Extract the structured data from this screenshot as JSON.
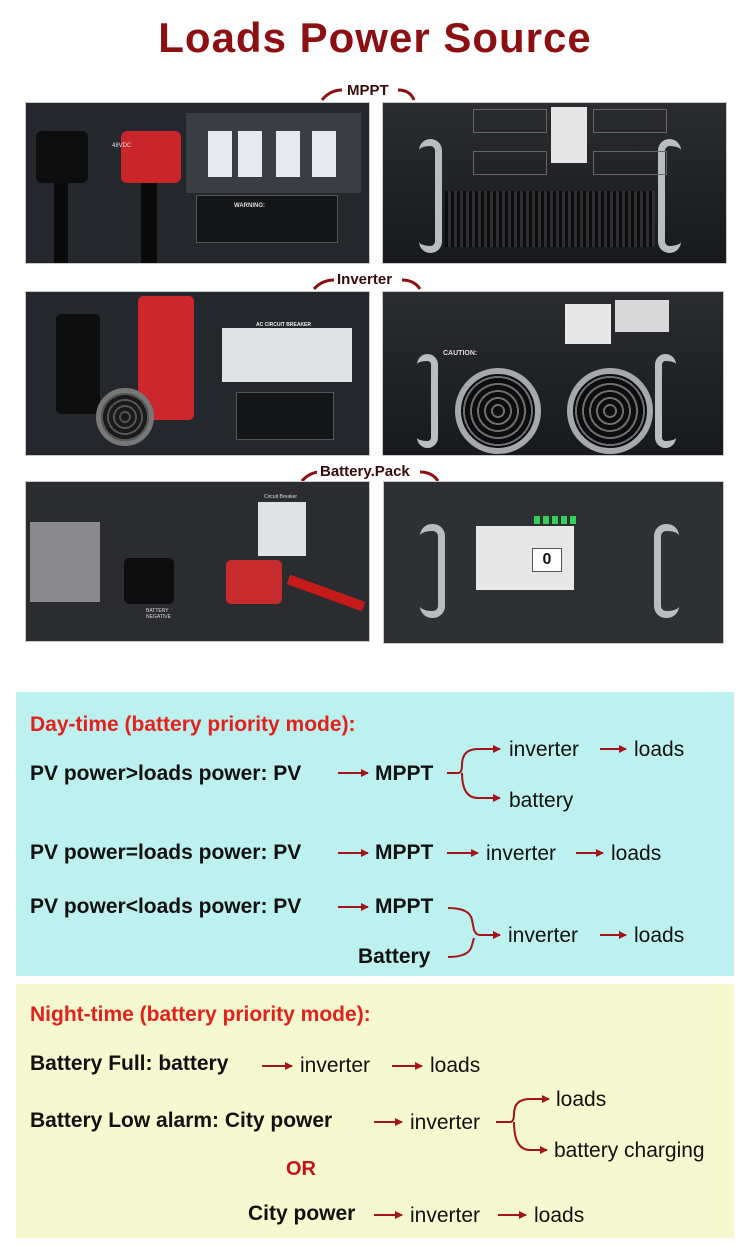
{
  "title": "Loads Power Source",
  "sections": {
    "mppt": "MPPT",
    "inverter": "Inverter",
    "battery_pack": "Battery.Pack"
  },
  "photo_text": {
    "voltage_label": "48VDC",
    "warning": "WARNING:",
    "caution": "CAUTION:",
    "ac_circuit_breaker": "AC CIRCUIT BREAKER",
    "circuit_breaker": "Circuit Breaker",
    "battery_negative": "BATTERY NEGATIVE",
    "battery_display": "0"
  },
  "day": {
    "heading": "Day-time  (battery priority mode):",
    "row1_left": "PV power>loads power: PV",
    "row1_mppt": "MPPT",
    "row1_top_inv": "inverter",
    "row1_top_loads": "loads",
    "row1_bottom": "battery",
    "row2_left": "PV power=loads power: PV",
    "row2_mppt": "MPPT",
    "row2_inv": "inverter",
    "row2_loads": "loads",
    "row3_left": "PV power<loads power: PV",
    "row3_mppt": "MPPT",
    "row3_battery": "Battery",
    "row3_inv": "inverter",
    "row3_loads": "loads"
  },
  "night": {
    "heading": "Night-time (battery priority mode):",
    "row1_left": "Battery Full: battery",
    "row1_inv": "inverter",
    "row1_loads": "loads",
    "row2_left": "Battery Low alarm: City power",
    "row2_inv": "inverter",
    "row2_top": "loads",
    "row2_bottom": "battery charging",
    "or": "OR",
    "row3_left": "City power",
    "row3_inv": "inverter",
    "row3_loads": "loads"
  },
  "colors": {
    "title": "#8c0f12",
    "heading": "#e3211c",
    "arrow": "#a3141b",
    "day_bg": "#bdf1f0",
    "night_bg": "#f6f8cf"
  }
}
